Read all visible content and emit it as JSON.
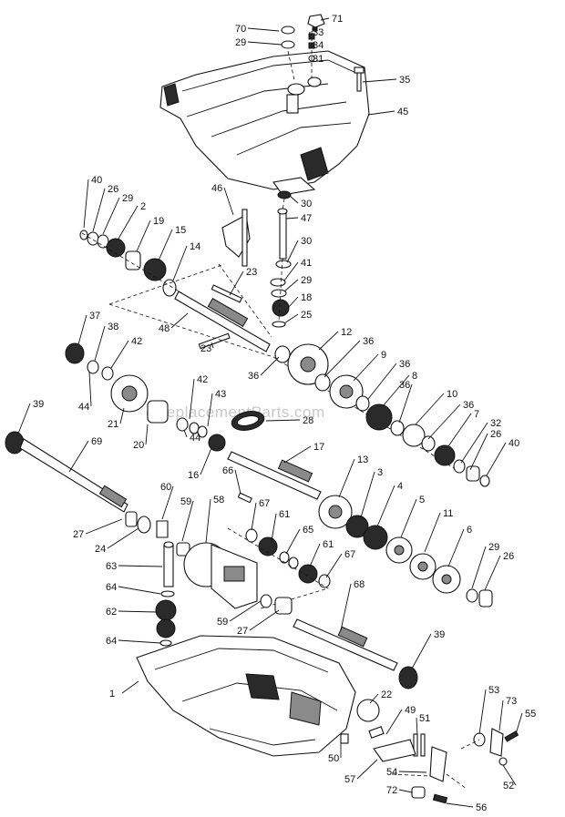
{
  "watermark": "eReplacementParts.com",
  "callouts": [
    {
      "label": "70"
    },
    {
      "label": "71"
    },
    {
      "label": "33"
    },
    {
      "label": "29"
    },
    {
      "label": "34"
    },
    {
      "label": "31"
    },
    {
      "label": "35"
    },
    {
      "label": "45"
    },
    {
      "label": "46"
    },
    {
      "label": "30"
    },
    {
      "label": "40"
    },
    {
      "label": "26"
    },
    {
      "label": "29"
    },
    {
      "label": "2"
    },
    {
      "label": "19"
    },
    {
      "label": "15"
    },
    {
      "label": "47"
    },
    {
      "label": "30"
    },
    {
      "label": "14"
    },
    {
      "label": "23"
    },
    {
      "label": "41"
    },
    {
      "label": "29"
    },
    {
      "label": "18"
    },
    {
      "label": "25"
    },
    {
      "label": "37"
    },
    {
      "label": "38"
    },
    {
      "label": "42"
    },
    {
      "label": "48"
    },
    {
      "label": "12"
    },
    {
      "label": "23"
    },
    {
      "label": "36"
    },
    {
      "label": "36"
    },
    {
      "label": "9"
    },
    {
      "label": "36"
    },
    {
      "label": "44"
    },
    {
      "label": "42"
    },
    {
      "label": "8"
    },
    {
      "label": "36"
    },
    {
      "label": "43"
    },
    {
      "label": "21"
    },
    {
      "label": "10"
    },
    {
      "label": "36"
    },
    {
      "label": "39"
    },
    {
      "label": "28"
    },
    {
      "label": "7"
    },
    {
      "label": "32"
    },
    {
      "label": "20"
    },
    {
      "label": "44"
    },
    {
      "label": "26"
    },
    {
      "label": "40"
    },
    {
      "label": "16"
    },
    {
      "label": "69"
    },
    {
      "label": "17"
    },
    {
      "label": "13"
    },
    {
      "label": "66"
    },
    {
      "label": "3"
    },
    {
      "label": "60"
    },
    {
      "label": "4"
    },
    {
      "label": "58"
    },
    {
      "label": "59"
    },
    {
      "label": "67"
    },
    {
      "label": "5"
    },
    {
      "label": "61"
    },
    {
      "label": "11"
    },
    {
      "label": "27"
    },
    {
      "label": "65"
    },
    {
      "label": "6"
    },
    {
      "label": "24"
    },
    {
      "label": "61"
    },
    {
      "label": "29"
    },
    {
      "label": "67"
    },
    {
      "label": "26"
    },
    {
      "label": "63"
    },
    {
      "label": "64"
    },
    {
      "label": "68"
    },
    {
      "label": "62"
    },
    {
      "label": "59"
    },
    {
      "label": "27"
    },
    {
      "label": "64"
    },
    {
      "label": "39"
    },
    {
      "label": "1"
    },
    {
      "label": "22"
    },
    {
      "label": "53"
    },
    {
      "label": "73"
    },
    {
      "label": "49"
    },
    {
      "label": "51"
    },
    {
      "label": "55"
    },
    {
      "label": "50"
    },
    {
      "label": "54"
    },
    {
      "label": "57"
    },
    {
      "label": "52"
    },
    {
      "label": "72"
    },
    {
      "label": "56"
    }
  ]
}
